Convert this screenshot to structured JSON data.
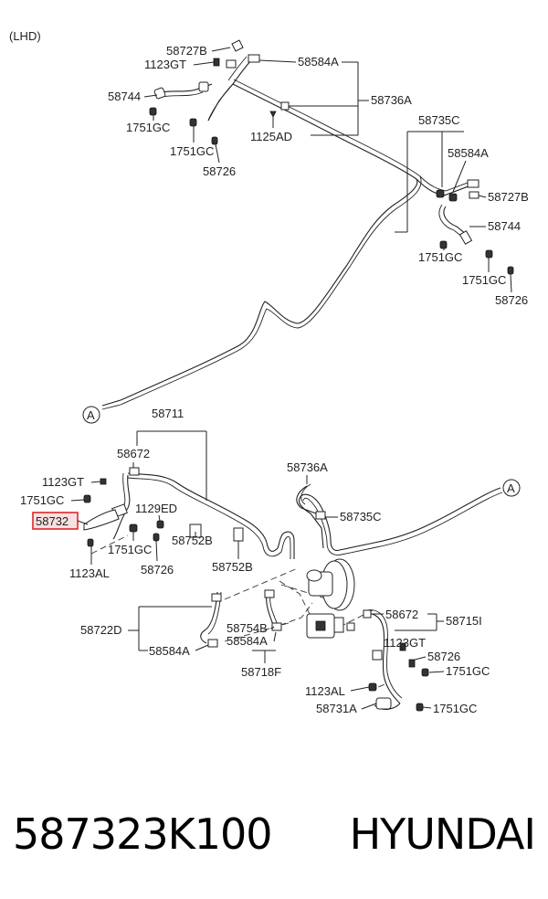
{
  "variant": "(LHD)",
  "callout": "A",
  "highlight_label": "58732",
  "labels": {
    "l58727B_a": "58727B",
    "l1123GT_a": "1123GT",
    "l58584A_a": "58584A",
    "l58744_a": "58744",
    "l58736A_a": "58736A",
    "l1751GC_a": "1751GC",
    "l1125AD": "1125AD",
    "l1751GC_b": "1751GC",
    "l58726_a": "58726",
    "l58735C_a": "58735C",
    "l58584A_b": "58584A",
    "l58727B_b": "58727B",
    "l58744_b": "58744",
    "l1751GC_c": "1751GC",
    "l1751GC_d": "1751GC",
    "l58726_b": "58726",
    "l58711": "58711",
    "l58672_a": "58672",
    "l1123GT_b": "1123GT",
    "l1751GC_e": "1751GC",
    "l1129ED": "1129ED",
    "l1751GC_f": "1751GC",
    "l58752B_a": "58752B",
    "l1123AL_a": "1123AL",
    "l58726_c": "58726",
    "l58752B_b": "58752B",
    "l58736A_b": "58736A",
    "l58735C_b": "58735C",
    "l58722D": "58722D",
    "l58754B": "58754B",
    "l58584A_c": "58584A",
    "l58584A_d": "58584A",
    "l58718F": "58718F",
    "l58672_b": "58672",
    "l58715I": "58715I",
    "l1123GT_c": "1123GT",
    "l58726_d": "58726",
    "l1751GC_g": "1751GC",
    "l1123AL_b": "1123AL",
    "l58731A": "58731A",
    "l1751GC_h": "1751GC"
  },
  "footer": {
    "part_number": "587323K100",
    "brand": "HYUNDAI"
  }
}
